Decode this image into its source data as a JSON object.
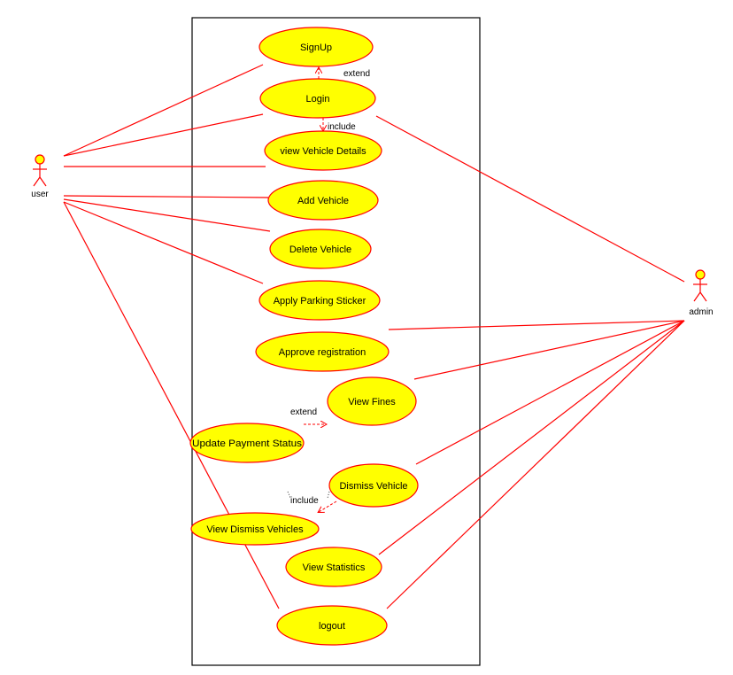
{
  "actors": {
    "user": "user",
    "admin": "admin"
  },
  "use_cases": {
    "signup": "SignUp",
    "login": "Login",
    "view_vehicle_details": "view Vehicle Details",
    "add_vehicle": "Add Vehicle",
    "delete_vehicle": "Delete Vehicle",
    "apply_parking_sticker": "Apply Parking Sticker",
    "approve_registration": "Approve registration",
    "view_fines": "View Fines",
    "update_payment_status": "Update Payment Status",
    "dismiss_vehicle": "Dismiss Vehicle",
    "view_dismiss_vehicles": "View Dismiss Vehicles",
    "view_statistics": "View Statistics",
    "logout": "logout"
  },
  "relations": {
    "extend_signup": "extend",
    "include_details": "include",
    "extend_fines": "extend",
    "include_dismiss": "include"
  },
  "colors": {
    "line": "#ff0000",
    "usecase_fill": "#ffff00",
    "usecase_stroke": "#ff0000",
    "boundary": "#000000"
  }
}
